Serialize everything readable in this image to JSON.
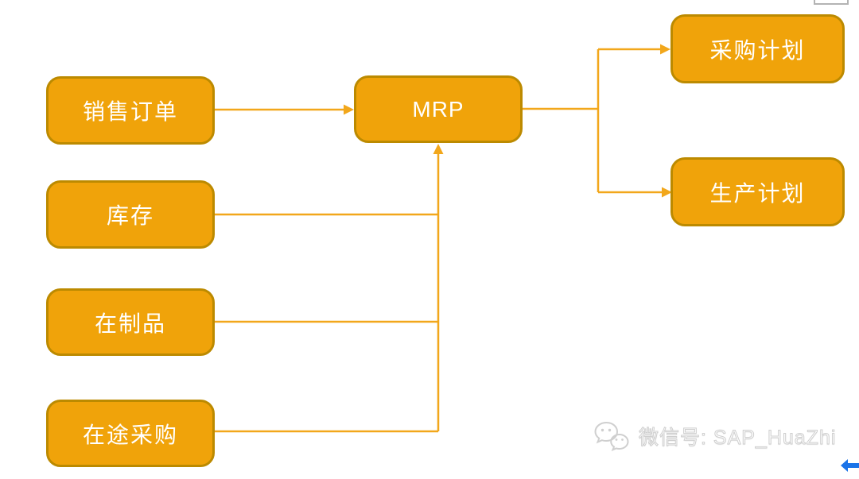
{
  "diagram": {
    "nodes": {
      "sales_order": {
        "label": "销售订单"
      },
      "inventory": {
        "label": "库存"
      },
      "wip": {
        "label": "在制品"
      },
      "in_transit_purchase": {
        "label": "在途采购"
      },
      "mrp": {
        "label": "MRP"
      },
      "purchase_plan": {
        "label": "采购计划"
      },
      "production_plan": {
        "label": "生产计划"
      }
    },
    "edges": [
      {
        "from": "sales_order",
        "to": "mrp"
      },
      {
        "from": "inventory",
        "to": "mrp"
      },
      {
        "from": "wip",
        "to": "mrp"
      },
      {
        "from": "in_transit_purchase",
        "to": "mrp"
      },
      {
        "from": "mrp",
        "to": "purchase_plan"
      },
      {
        "from": "mrp",
        "to": "production_plan"
      }
    ]
  },
  "watermark": {
    "icon": "wechat-icon",
    "text": "微信号: SAP_HuaZhi"
  },
  "colors": {
    "node_fill": "#F0A30A",
    "node_border": "#BC8A00",
    "node_text": "#FFFFFF",
    "connector": "#F2A71B",
    "watermark_gray": "#CFCFCF",
    "back_arrow_blue": "#1A73E8"
  }
}
